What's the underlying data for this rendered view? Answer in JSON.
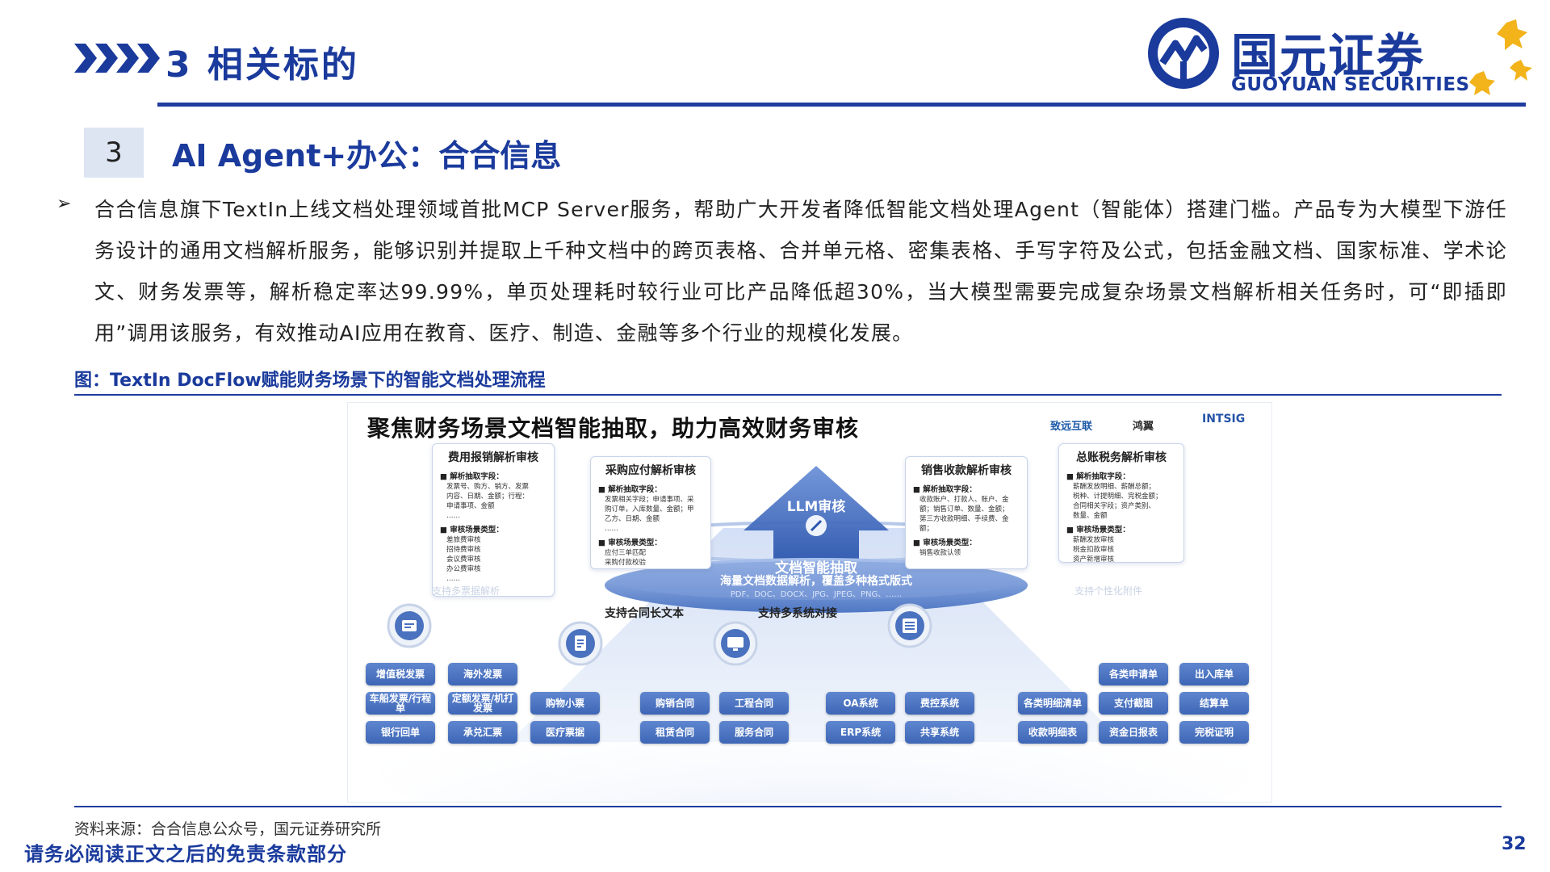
{
  "header": {
    "section_title": "3 相关标的",
    "logo_cn": "国元证券",
    "logo_en": "GUOYUAN SECURITIES"
  },
  "subsection": {
    "number": "3",
    "title": "AI Agent+办公：合合信息"
  },
  "body": {
    "bullet": "➢",
    "paragraph": "合合信息旗下TextIn上线文档处理领域首批MCP Server服务，帮助广大开发者降低智能文档处理Agent（智能体）搭建门槛。产品专为大模型下游任务设计的通用文档解析服务，能够识别并提取上千种文档中的跨页表格、合并单元格、密集表格、手写字符及公式，包括金融文档、国家标准、学术论文、财务发票等，解析稳定率达99.99%，单页处理耗时较行业可比产品降低超30%，当大模型需要完成复杂场景文档解析相关任务时，可“即插即用”调用该服务，有效推动AI应用在教育、医疗、制造、金融等多个行业的规模化发展。"
  },
  "figure": {
    "caption": "图：TextIn DocFlow赋能财务场景下的智能文档处理流程",
    "source": "资料来源：合合信息公众号，国元证券研究所"
  },
  "infographic": {
    "title": "聚焦财务场景文档智能抽取，助力高效财务审核",
    "partners": [
      "致远互联",
      "鸿翼",
      "INTSIG"
    ],
    "cards": [
      {
        "title": "费用报销解析审核",
        "field_heading": "■ 解析抽取字段：",
        "field_lines": [
          "发票号、购方、销方、发票",
          "内容、日期、金额；行程：",
          "申请事项、金额",
          "……"
        ],
        "scene_heading": "■ 审核场景类型：",
        "scene_lines": [
          "差旅费审核",
          "招待费审核",
          "会议费审核",
          "办公费审核",
          "……"
        ]
      },
      {
        "title": "采购应付解析审核",
        "field_heading": "■ 解析抽取字段：",
        "field_lines": [
          "发票相关字段；申请事项、采",
          "购订单，入库数量、金额；甲",
          "乙方、日期、金额",
          "……"
        ],
        "scene_heading": "■ 审核场景类型：",
        "scene_lines": [
          "应付三单匹配",
          "采购付款校验",
          "……"
        ]
      },
      {
        "title": "销售收款解析审核",
        "field_heading": "■ 解析抽取字段：",
        "field_lines": [
          "收款账户、打款人、账户、金",
          "额；销售订单、数量、金额；",
          "第三方收款明细、手续费、金",
          "额；",
          "……"
        ],
        "scene_heading": "■ 审核场景类型：",
        "scene_lines": [
          "销售收款认领",
          "……"
        ]
      },
      {
        "title": "总账税务解析审核",
        "field_heading": "■ 解析抽取字段：",
        "field_lines": [
          "薪酬发放明细、薪酬总额；",
          "税种、计提明细、完税金额；",
          "合同相关字段；资产类别、",
          "数量、金额",
          "……"
        ],
        "scene_heading": "■ 审核场景类型：",
        "scene_lines": [
          "薪酬发放审核",
          "税金扣款审核",
          "资产新增审核",
          "……"
        ]
      }
    ],
    "arrow_top": "LLM审核",
    "arrow_bottom": "文档智能抽取",
    "platform_main": "海量文档数据解析，覆盖多种格式版式",
    "platform_formats": "PDF、DOC、DOCX、JPG、JPEG、PNG、……",
    "faded_left": "支持多票据解析",
    "faded_right": "支持个性化附件",
    "cap_contract": "支持合同长文本",
    "cap_system": "支持多系统对接",
    "tags_left": [
      "增值税发票",
      "海外发票",
      "车船发票/行程单",
      "定额发票/机打发票",
      "购物小票",
      "银行回单",
      "承兑汇票",
      "医疗票据"
    ],
    "tags_contract": [
      "购销合同",
      "工程合同",
      "租赁合同",
      "服务合同"
    ],
    "tags_system": [
      "OA系统",
      "费控系统",
      "ERP系统",
      "共享系统"
    ],
    "tags_right": [
      "各类申请单",
      "出入库单",
      "各类明细清单",
      "支付截图",
      "结算单",
      "收款明细表",
      "资金日报表",
      "完税证明"
    ]
  },
  "footer": {
    "disclaimer": "请务必阅读正文之后的免责条款部分",
    "page_number": "32"
  },
  "colors": {
    "brand_blue": "#1a3a9c",
    "gold": "#f2b31b",
    "tag_blue": "#4a72be"
  }
}
